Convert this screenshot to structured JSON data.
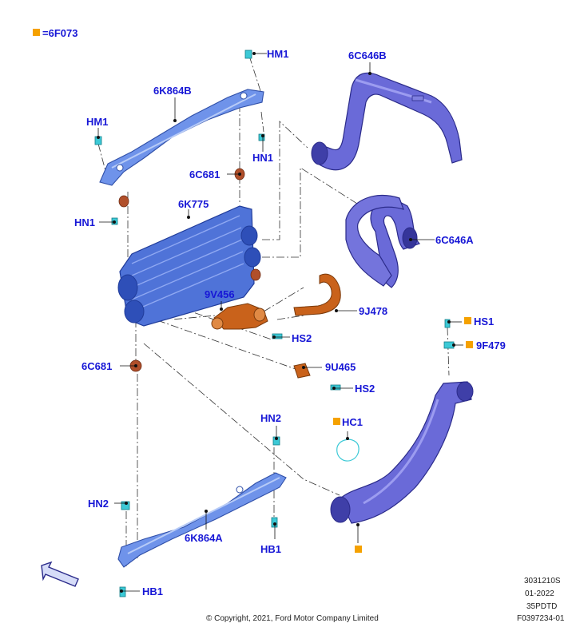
{
  "legend": {
    "text": "=6F073",
    "marker_color": "#f5a100"
  },
  "colors": {
    "callout_text": "#1717d6",
    "duct_fill": "#6a6ad8",
    "duct_dark": "#2b2b8a",
    "bracket_fill": "#6f93ea",
    "cooler_fill": "#4f73d8",
    "bronze": "#c9621b",
    "fastener": "#3cc9d6",
    "marker": "#f5a100"
  },
  "callouts": {
    "hm1_top": "HM1",
    "c646b": "6C646B",
    "k864b": "6K864B",
    "hm1_left": "HM1",
    "hn1_right": "HN1",
    "c681_top": "6C681",
    "k775": "6K775",
    "hn1_left": "HN1",
    "c646a": "6C646A",
    "v456": "9V456",
    "j478": "9J478",
    "hs1": "HS1",
    "hs2_a": "HS2",
    "f479": "9F479",
    "c681_bottom": "6C681",
    "u465": "9U465",
    "hs2_b": "HS2",
    "hn2_top": "HN2",
    "hc1": "HC1",
    "hn2_left": "HN2",
    "k864a": "6K864A",
    "hb1_right": "HB1",
    "hb1_bottom": "HB1"
  },
  "footer": {
    "copyright": "© Copyright, 2021, Ford Motor Company Limited",
    "code1": "3031210S",
    "date": "01-2022",
    "code2": "35PDTD",
    "figure": "F0397234-01"
  },
  "icons": {
    "direction_arrow": "front-direction-arrow-icon"
  }
}
